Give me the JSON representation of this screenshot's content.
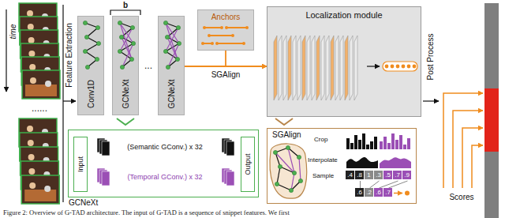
{
  "diagram": {
    "caption": "Figure 2: Overview of G-TAD architecture. The input of G-TAD is a sequence of snippet features. We first",
    "nodes": [
      {
        "text": [
          "Conv1D"
        ]
      },
      {
        "text": [
          "GCNeXt"
        ]
      },
      {
        "text": [
          "GCNeXt"
        ]
      },
      {
        "text": [
          "Anchors"
        ]
      },
      {
        "text": [
          "Localization module"
        ]
      },
      {
        "text": [
          "GCNeXt"
        ]
      },
      {
        "text": [
          "Input"
        ],
        "in": 5
      },
      {
        "text": [
          "(Semantic GConv.) x 32"
        ],
        "in": 5
      },
      {
        "text": [
          "(Temporal GConv.) x 32"
        ],
        "in": 5
      },
      {
        "text": [
          "Output"
        ],
        "in": 5
      },
      {
        "text": [
          "SGAlign"
        ]
      }
    ],
    "edges": [
      {
        "from": 2,
        "to": 4,
        "arrow": "to",
        "label": "SGAlign"
      },
      {
        "from": 3,
        "to": 4,
        "arrow": "to"
      },
      {
        "from": 6,
        "to": 7,
        "arrow": "none"
      },
      {
        "from": 7,
        "to": 9,
        "arrow": "none"
      },
      {
        "from": 6,
        "to": 8,
        "arrow": "none"
      },
      {
        "from": 8,
        "to": 9,
        "arrow": "none"
      },
      {
        "from": 6,
        "to": 9,
        "arrow": "none"
      }
    ],
    "labels": [
      "time",
      "......",
      "Feature Extraction",
      "b",
      "...",
      "Post Process",
      "Scores",
      "Crop",
      "Interpolate",
      "Sample",
      ".4",
      ".8",
      "1",
      ".3",
      ".5",
      ".7",
      ".9",
      ".6",
      ".2",
      ".6",
      ".7"
    ]
  }
}
